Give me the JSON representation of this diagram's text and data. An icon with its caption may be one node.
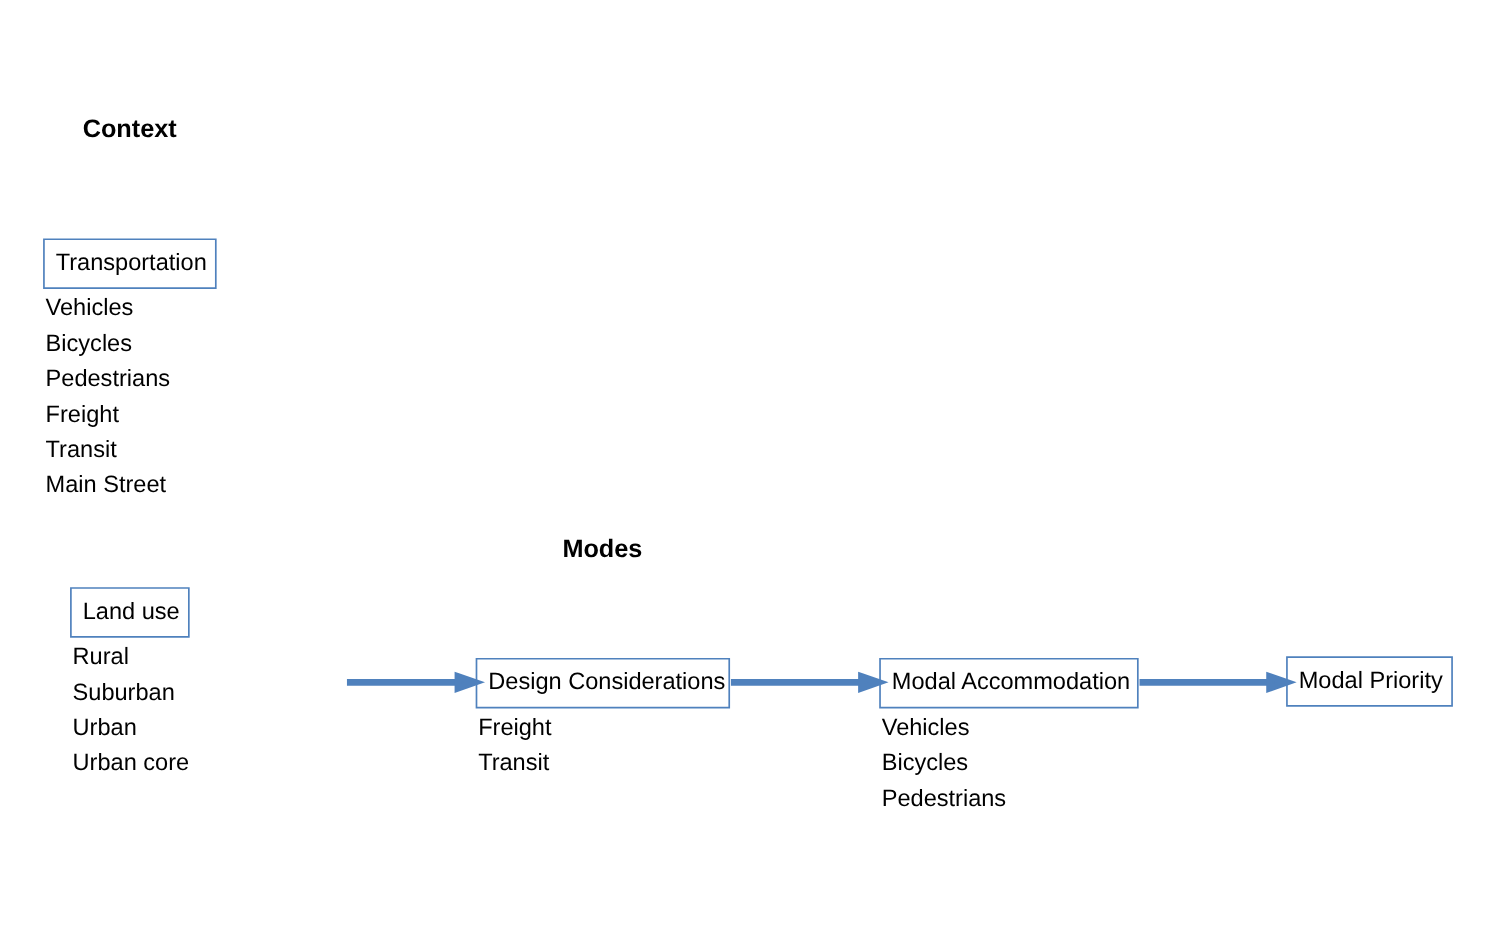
{
  "diagram": {
    "nodes": [
      {
        "text": [
          "Land use"
        ],
        "beside": [
          "Rural",
          "Suburban",
          "Urban",
          "Urban core"
        ]
      },
      {
        "text": [
          "Transportation"
        ],
        "beside": [
          "Vehicles",
          "Bicycles",
          "Pedestrians",
          "Freight",
          "Transit",
          "Main Street"
        ]
      },
      {
        "text": [
          "Design Considerations"
        ],
        "beside": [
          "Freight",
          "Transit"
        ]
      },
      {
        "text": [
          "Modal Accommodation"
        ],
        "beside": [
          "Vehicles",
          "Bicycles",
          "Pedestrians"
        ]
      },
      {
        "text": [
          "Modal Priority"
        ]
      }
    ],
    "edges": [
      {
        "from": null,
        "to": 2,
        "arrow": "to"
      },
      {
        "from": 2,
        "to": 3,
        "arrow": "to"
      },
      {
        "from": 3,
        "to": 4,
        "arrow": "to"
      }
    ],
    "labels": [
      "Context",
      "Modes"
    ]
  }
}
